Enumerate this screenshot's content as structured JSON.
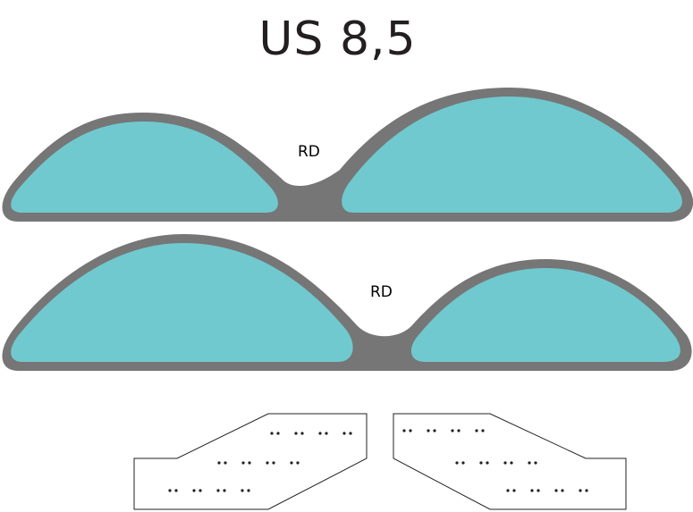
{
  "title": "US 8,5",
  "pads": [
    {
      "label": "RD"
    },
    {
      "label": "RD"
    }
  ],
  "colors": {
    "fill": "#70c9cf",
    "outline": "#767676",
    "stencil_line": "#231f20"
  }
}
